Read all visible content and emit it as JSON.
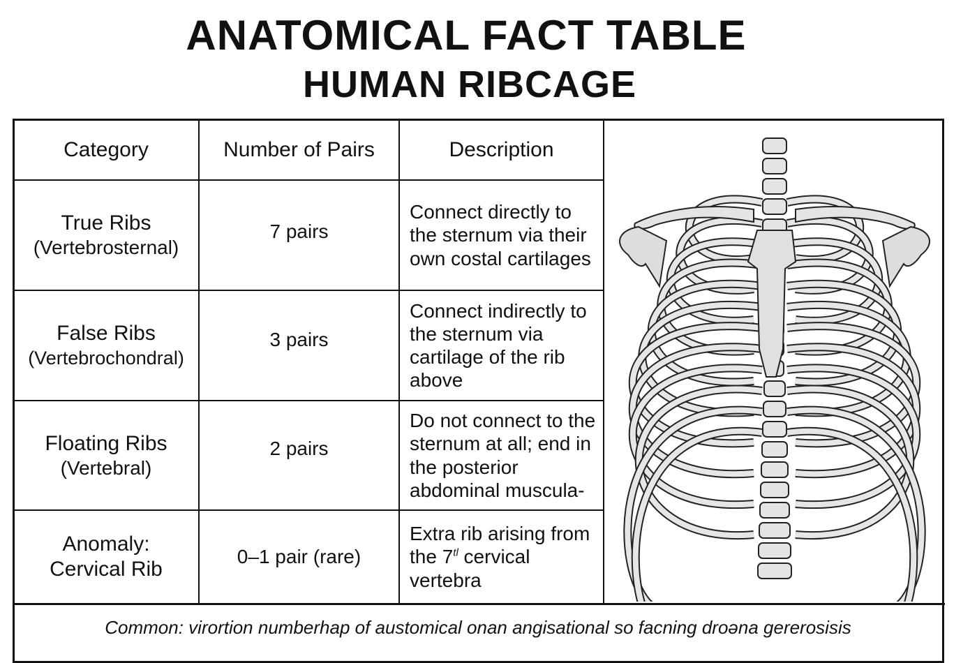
{
  "title": "ANATOMICAL FACT TABLE",
  "subtitle": "HUMAN RIBCAGE",
  "table": {
    "headers": [
      "Category",
      "Number of Pairs",
      "Description"
    ],
    "rows": [
      {
        "category": "True Ribs",
        "subcategory": "(Vertebrosternal)",
        "pairs": "7 pairs",
        "description": "Connect directly to the sternum via their own costal cartilages"
      },
      {
        "category": "False Ribs",
        "subcategory": "(Vertebrochondral)",
        "pairs": "3 pairs",
        "description": "Connect indirectly to the sternum via cartilage of the rib above"
      },
      {
        "category": "Floating Ribs",
        "subcategory": "(Vertebral)",
        "pairs": "2 pairs",
        "description": "Do not connect to the sternum at all; end in the posterior abdominal muscula-"
      },
      {
        "category": "Anomaly:",
        "subcategory": "Cervical Rib",
        "pairs": "0–1 pair (rare)",
        "description_pre": "Extra rib arising from the 7",
        "description_sup": "tl",
        "description_post": " cervical vertebra"
      }
    ]
  },
  "footer": "Common:  virortion numberhap of austomical onan angisational so facning droǝna gererosisis",
  "illustration": "ribcage-illustration"
}
